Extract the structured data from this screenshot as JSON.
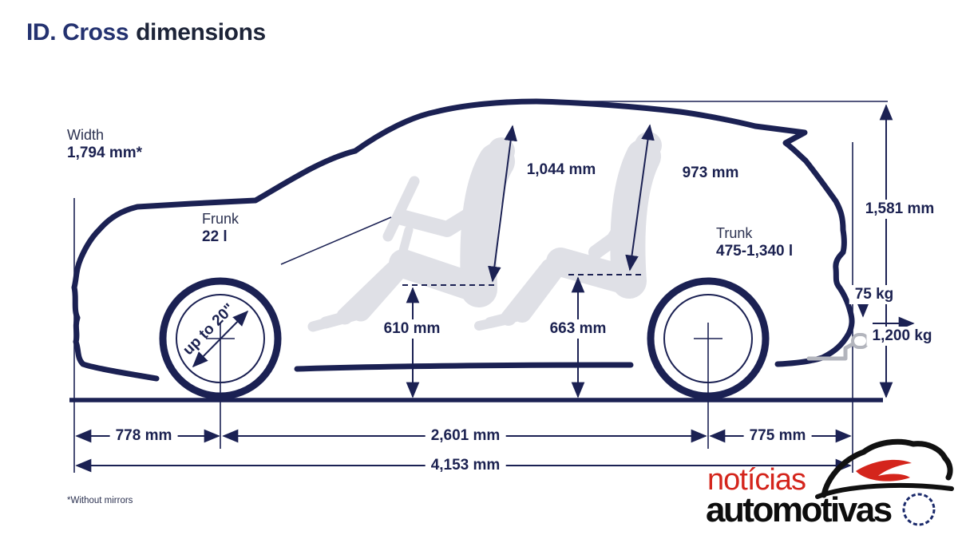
{
  "title": {
    "model": "ID. Cross",
    "suffix": "dimensions"
  },
  "labels": {
    "width_name": "Width",
    "width_value": "1,794 mm*",
    "frunk_name": "Frunk",
    "frunk_value": "22 l",
    "front_headroom": "1,044 mm",
    "rear_headroom": "973 mm",
    "trunk_name": "Trunk",
    "trunk_value": "475-1,340 l",
    "height": "1,581 mm",
    "tongue_weight": "75 kg",
    "towing_capacity": "1,200 kg",
    "front_seat_height": "610 mm",
    "rear_seat_height": "663 mm",
    "wheel_size": "up to 20\"",
    "front_overhang": "778 mm",
    "wheelbase": "2,601 mm",
    "rear_overhang": "775 mm",
    "total_length": "4,153 mm",
    "footnote": "*Without mirrors"
  },
  "logo": {
    "line1": "notícias",
    "line2": "automotivas"
  },
  "colors": {
    "navy": "#1b2153",
    "title_brand": "#243270",
    "title_rest": "#1d2438",
    "silhouette": "#dfe0e6",
    "hitch_gray": "#b3b5bd",
    "logo_red": "#d4251c",
    "logo_black": "#0d0d0d"
  }
}
